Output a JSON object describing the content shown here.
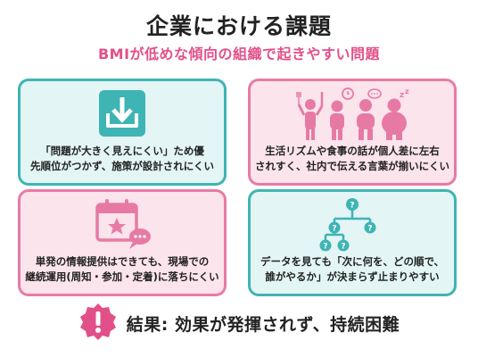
{
  "title": "企業における課題",
  "subtitle": "BMIが低めな傾向の組織で起きやすい問題",
  "cards": [
    {
      "lines": [
        "「問題が大きく見えにくい」ため優",
        "先順位がつかず、施策が設計されにくい"
      ],
      "icon": "download-tray-icon"
    },
    {
      "lines": [
        "生活リズムや食事の話が個人差に左右",
        "されすく、社内で伝える言葉が揃いにくい"
      ],
      "icon": "people-lifestyle-icon"
    },
    {
      "lines": [
        "単発の情報提供はできても、現場での",
        "継続運用(周知・参加・定着)に落ちにくい"
      ],
      "icon": "calendar-chat-icon"
    },
    {
      "lines": [
        "データを見ても「次に何を、どの順で、",
        "誰がやるか」が決まらず止まりやすい"
      ],
      "icon": "decision-tree-icon"
    }
  ],
  "result": {
    "text": "結果: 効果が発揮されず、持続困難",
    "icon": "exclamation-badge-icon"
  },
  "colors": {
    "teal": "#3fb4b4",
    "pink": "#e2508a",
    "teal_bg": "#e3f5f5",
    "pink_bg": "#fbe4ec"
  }
}
